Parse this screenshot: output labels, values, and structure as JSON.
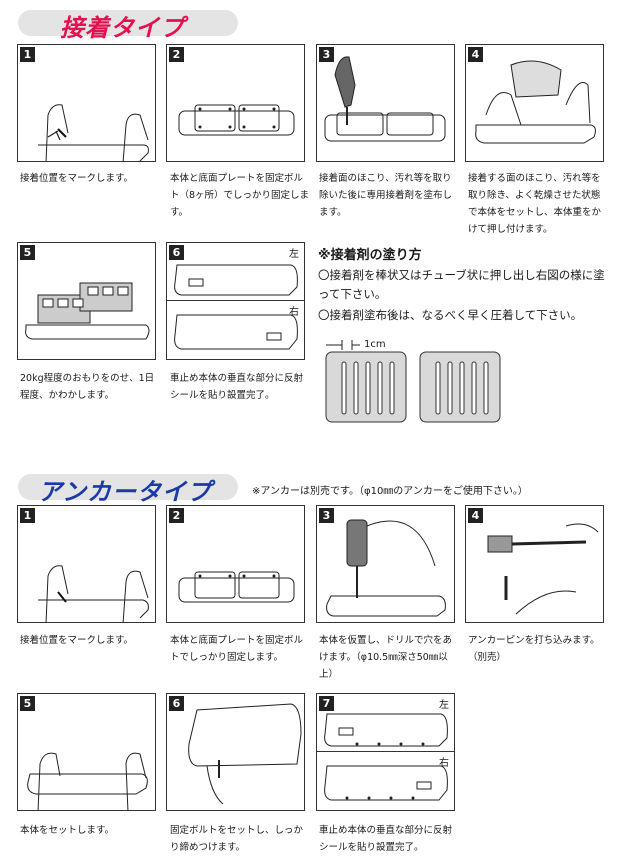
{
  "sections": {
    "adhesive": {
      "title": "接着タイプ",
      "steps": [
        {
          "num": "1",
          "caption": "接着位置をマークします。"
        },
        {
          "num": "2",
          "caption": "本体と底面プレートを固定ボルト（8ヶ所）でしっかり固定します。"
        },
        {
          "num": "3",
          "caption": "接着面のほこり、汚れ等を取り除いた後に専用接着剤を塗布します。"
        },
        {
          "num": "4",
          "caption": "接着する面のほこり、汚れ等を取り除き、よく乾燥させた状態で本体をセットし、本体重をかけて押し付けます。"
        },
        {
          "num": "5",
          "caption": "20kg程度のおもりをのせ、1日程度、かわかします。"
        },
        {
          "num": "6",
          "caption": "車止め本体の垂直な部分に反射シールを貼り設置完了。",
          "left_label": "左",
          "right_label": "右"
        }
      ],
      "glue": {
        "heading": "※接着剤の塗り方",
        "line1": "〇接着剤を棒状又はチューブ状に押し出し右図の様に塗って下さい。",
        "line2": "〇接着剤塗布後は、なるべく早く圧着して下さい。",
        "dimension": "1cm"
      }
    },
    "anchor": {
      "title": "アンカータイプ",
      "note": "※アンカーは別売です。（φ10㎜のアンカーをご使用下さい。）",
      "steps": [
        {
          "num": "1",
          "caption": "接着位置をマークします。"
        },
        {
          "num": "2",
          "caption": "本体と底面プレートを固定ボルトでしっかり固定します。"
        },
        {
          "num": "3",
          "caption": "本体を仮置し、ドリルで穴をあけます。（φ10.5㎜深さ50㎜以上）"
        },
        {
          "num": "4",
          "caption": "アンカーピンを打ち込みます。（別売）"
        },
        {
          "num": "5",
          "caption": "本体をセットします。"
        },
        {
          "num": "6",
          "caption": "固定ボルトをセットし、しっかり締めつけます。"
        },
        {
          "num": "7",
          "caption": "車止め本体の垂直な部分に反射シールを貼り設置完了。",
          "left_label": "左",
          "right_label": "右"
        }
      ]
    }
  },
  "colors": {
    "adhesive_title": "#e5114f",
    "anchor_title": "#1a3aa8",
    "pill": "#e4e4e4",
    "panel_border": "#333333"
  }
}
